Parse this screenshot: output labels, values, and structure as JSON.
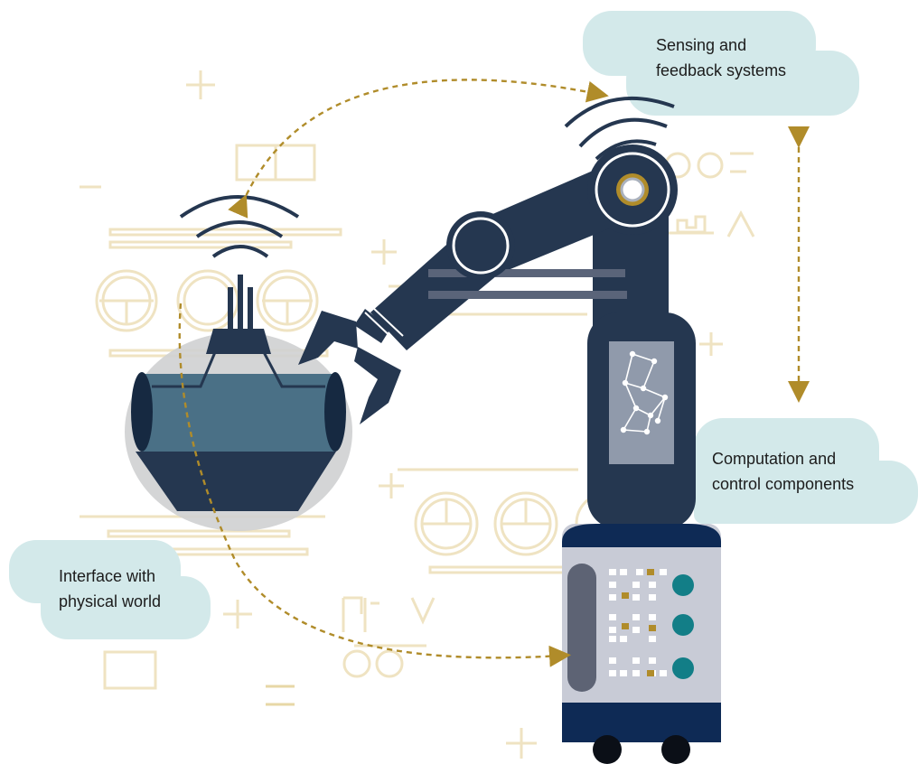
{
  "labels": {
    "sensing": {
      "line1": "Sensing and",
      "line2": "feedback systems"
    },
    "computation": {
      "line1": "Computation and",
      "line2": "control components"
    },
    "interface": {
      "line1": "Interface with",
      "line2": "physical world"
    }
  },
  "colors": {
    "bubble": "#d3e9ea",
    "robot_navy": "#253750",
    "teal_button": "#127e87",
    "gold_arrow": "#b08c2a",
    "sketch_beige": "#efe3c2",
    "panel_gray": "#c8cbd6",
    "base_navy": "#0e2a55"
  }
}
